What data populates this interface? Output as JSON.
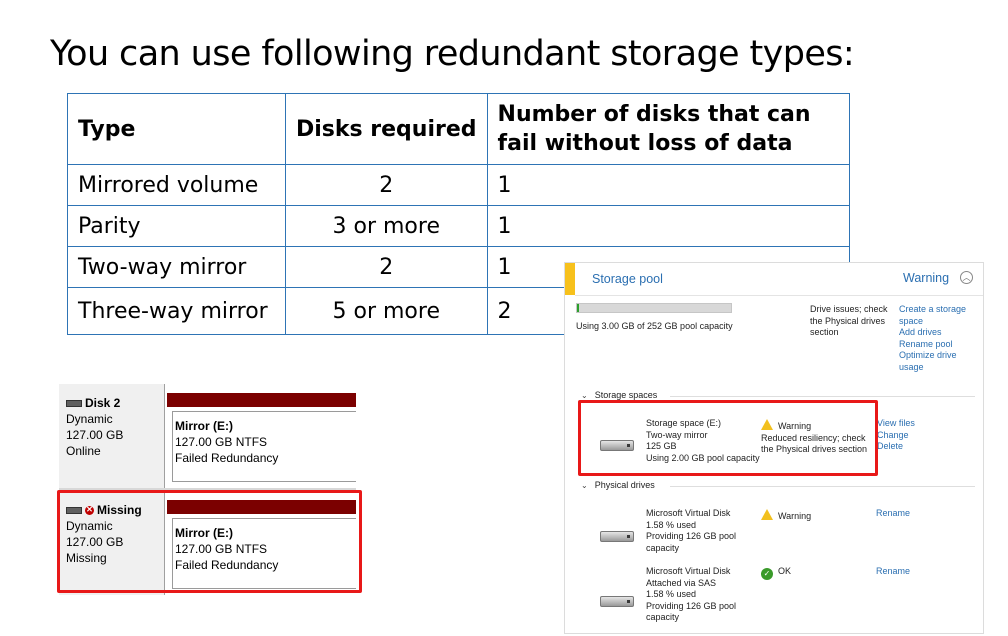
{
  "slide": {
    "title": "You can use following redundant storage types:"
  },
  "table": {
    "headers": [
      "Type",
      "Disks required",
      "Number of disks that can fail without loss of data"
    ],
    "rows": [
      [
        "Mirrored volume",
        "2",
        "1"
      ],
      [
        "Parity",
        "3 or more",
        "1"
      ],
      [
        "Two-way mirror",
        "2",
        "1"
      ],
      [
        "Three-way mirror",
        "5 or more",
        "2"
      ]
    ]
  },
  "disk_management": {
    "disks": [
      {
        "name": "Disk 2",
        "type": "Dynamic",
        "size": "127.00 GB",
        "status": "Online",
        "volume": {
          "name": "Mirror (E:)",
          "detail": "127.00 GB NTFS",
          "status": "Failed Redundancy"
        }
      },
      {
        "name": "Missing",
        "type": "Dynamic",
        "size": "127.00 GB",
        "status": "Missing",
        "volume": {
          "name": "Mirror (E:)",
          "detail": "127.00 GB NTFS",
          "status": "Failed Redundancy"
        }
      }
    ],
    "colors": {
      "volume_bar": "#7b0000",
      "highlight": "#e81818"
    }
  },
  "storage_pool": {
    "title": "Storage pool",
    "status": "Warning",
    "capacity_fraction": 0.012,
    "capacity_text": "Using 3.00 GB of 252 GB pool capacity",
    "drive_issues": "Drive issues; check the Physical drives section",
    "actions": [
      "Create a storage space",
      "Add drives",
      "Rename pool",
      "Optimize drive usage"
    ],
    "storage_spaces_label": "Storage spaces",
    "storage_space": {
      "name": "Storage space (E:)",
      "layout": "Two-way mirror",
      "size": "125 GB",
      "usage": "Using 2.00 GB pool capacity",
      "status": "Warning",
      "status_detail": "Reduced resiliency; check the Physical drives section",
      "actions": [
        "View files",
        "Change",
        "Delete"
      ]
    },
    "physical_drives_label": "Physical drives",
    "physical_drives": [
      {
        "line1": "Microsoft Virtual Disk",
        "line2": "1.58 % used",
        "line3": "Providing 126 GB pool",
        "line4": "capacity",
        "status": "Warning",
        "action": "Rename"
      },
      {
        "line1": "Microsoft Virtual Disk",
        "line2": "Attached via SAS",
        "line3": "1.58 % used",
        "line4": "Providing 126 GB pool",
        "line5": "capacity",
        "status": "OK",
        "action": "Rename"
      }
    ],
    "colors": {
      "accent": "#f7c11c",
      "link": "#2b6fb1",
      "ok": "#3a9a2a",
      "warning": "#f2c01e"
    }
  }
}
